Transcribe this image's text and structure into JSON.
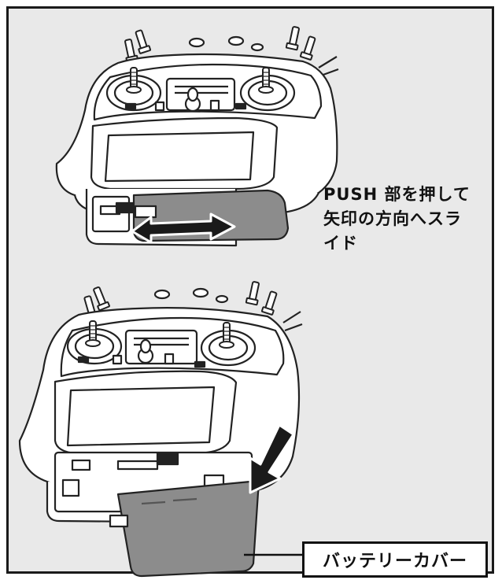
{
  "instruction": {
    "lines": [
      "PUSH 部を押して",
      "矢印の方向へスラ",
      "イド"
    ]
  },
  "label": {
    "text": "バッテリーカバー"
  },
  "colors": {
    "background": "#e9e9e9",
    "frame": "#1a1a1a",
    "cover": "#8c8c8c",
    "arrow": "#1a1a1a"
  }
}
